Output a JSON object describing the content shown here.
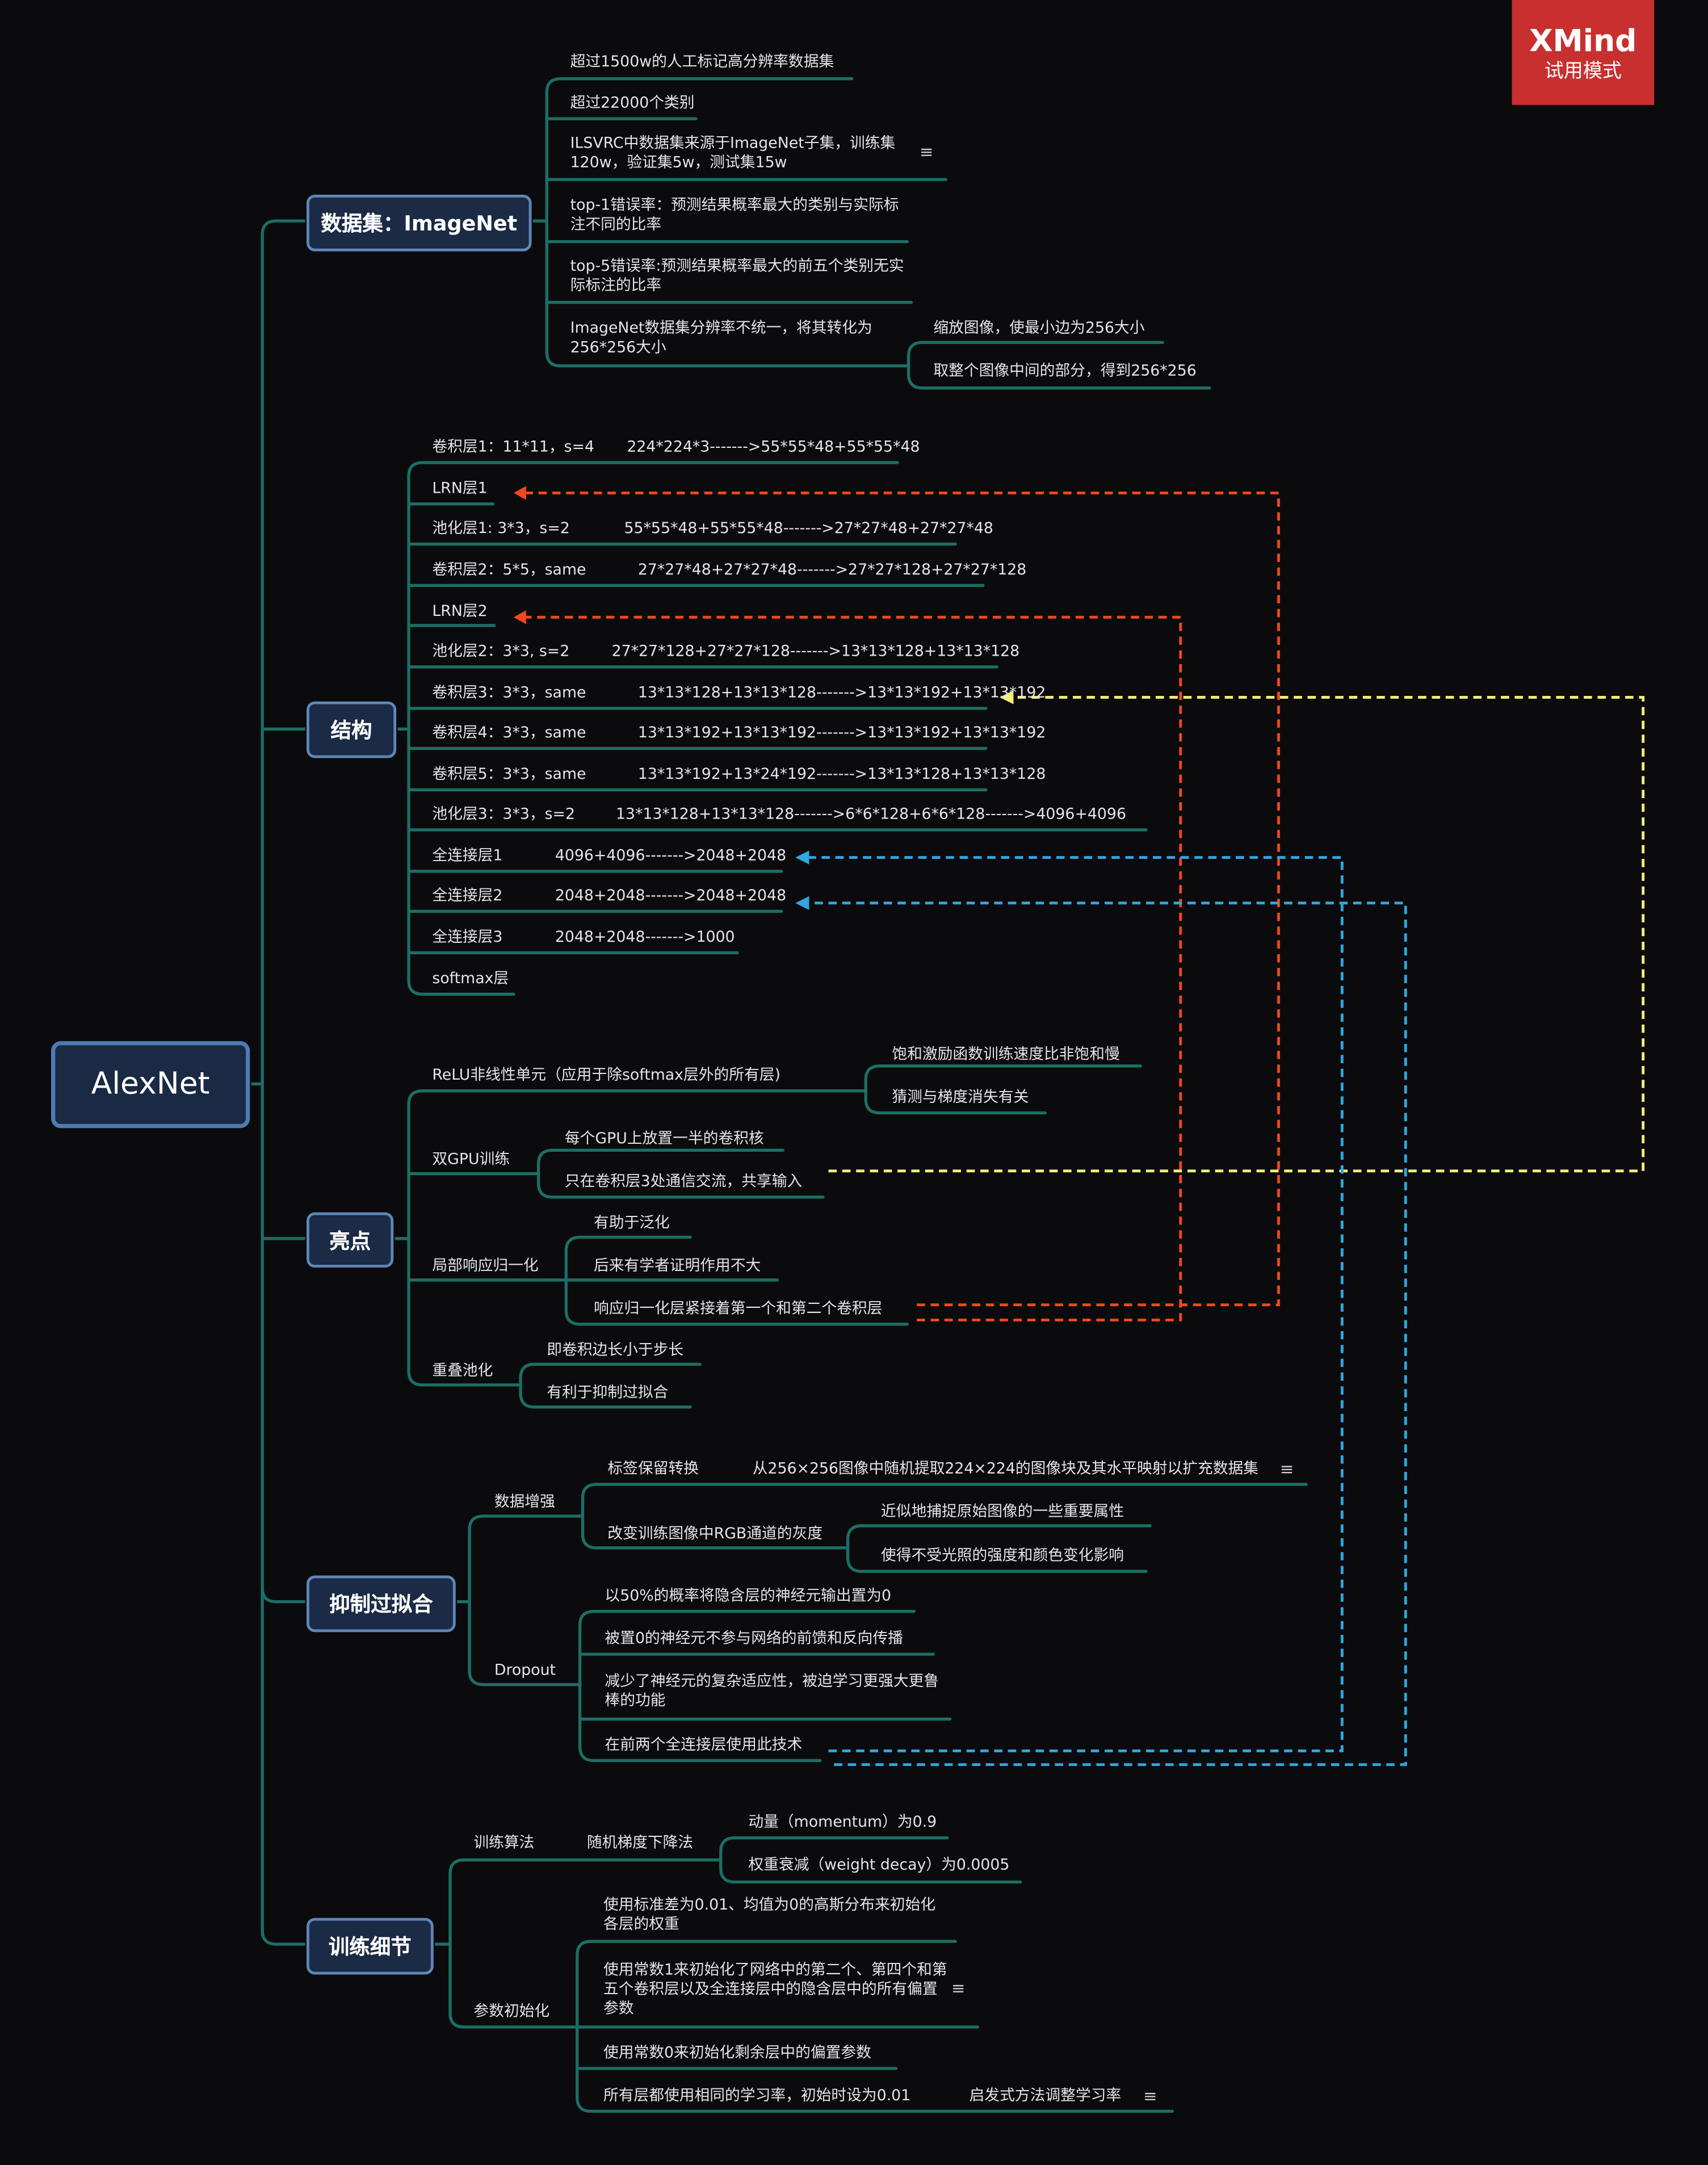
{
  "root": {
    "label": "AlexNet"
  },
  "watermark": {
    "brand": "XMind",
    "mode": "试用模式"
  },
  "dataset": {
    "label": "数据集：ImageNet",
    "items": [
      "超过1500w的人工标记高分辨率数据集",
      "超过22000个类别",
      "ILSVRC中数据集来源于ImageNet子集，训练集120w，验证集5w，测试集15w",
      "top-1错误率：预测结果概率最大的类别与实际标注不同的比率",
      "top-5错误率:预测结果概率最大的前五个类别无实际标注的比率",
      "ImageNet数据集分辨率不统一，将其转化为256*256大小"
    ],
    "resize_children": [
      "缩放图像，使最小边为256大小",
      "取整个图像中间的部分，得到256*256"
    ]
  },
  "structure": {
    "label": "结构",
    "layers": [
      {
        "name": "卷积层1：11*11，s=4",
        "detail": "224*224*3------->55*55*48+55*55*48"
      },
      {
        "name": "LRN层1",
        "detail": ""
      },
      {
        "name": "池化层1:    3*3，s=2",
        "detail": "55*55*48+55*55*48------->27*27*48+27*27*48"
      },
      {
        "name": "卷积层2：5*5，same",
        "detail": "27*27*48+27*27*48------->27*27*128+27*27*128"
      },
      {
        "name": "LRN层2",
        "detail": ""
      },
      {
        "name": "池化层2：3*3, s=2",
        "detail": "27*27*128+27*27*128------->13*13*128+13*13*128"
      },
      {
        "name": "卷积层3：3*3，same",
        "detail": "13*13*128+13*13*128------->13*13*192+13*13*192"
      },
      {
        "name": "卷积层4：3*3，same",
        "detail": "13*13*192+13*13*192------->13*13*192+13*13*192"
      },
      {
        "name": "卷积层5：3*3，same",
        "detail": "13*13*192+13*24*192------->13*13*128+13*13*128"
      },
      {
        "name": "池化层3：3*3，s=2",
        "detail": "13*13*128+13*13*128------->6*6*128+6*6*128------->4096+4096"
      },
      {
        "name": "全连接层1",
        "detail": "4096+4096------->2048+2048"
      },
      {
        "name": "全连接层2",
        "detail": "2048+2048------->2048+2048"
      },
      {
        "name": "全连接层3",
        "detail": "2048+2048------->1000"
      },
      {
        "name": "softmax层",
        "detail": ""
      }
    ]
  },
  "highlights": {
    "label": "亮点",
    "relu": {
      "label": "ReLU非线性单元（应用于除softmax层外的所有层)",
      "children": [
        "饱和激励函数训练速度比非饱和慢",
        "猜测与梯度消失有关"
      ]
    },
    "gpu": {
      "label": "双GPU训练",
      "children": [
        "每个GPU上放置一半的卷积核",
        "只在卷积层3处通信交流，共享输入"
      ]
    },
    "lrn": {
      "label": "局部响应归一化",
      "children": [
        "有助于泛化",
        "后来有学者证明作用不大",
        "响应归一化层紧接着第一个和第二个卷积层"
      ]
    },
    "overlap": {
      "label": "重叠池化",
      "children": [
        "即卷积边长小于步长",
        "有利于抑制过拟合"
      ]
    }
  },
  "overfit": {
    "label": "抑制过拟合",
    "augment": {
      "label": "数据增强",
      "label_preserve": "标签保留转换",
      "label_preserve_detail": "从256×256图像中随机提取224×224的图像块及其水平映射以扩充数据集",
      "rgb": "改变训练图像中RGB通道的灰度",
      "rgb_children": [
        "近似地捕捉原始图像的一些重要属性",
        "使得不受光照的强度和颜色变化影响"
      ]
    },
    "dropout": {
      "label": "Dropout",
      "children": [
        "以50%的概率将隐含层的神经元输出置为0",
        "被置0的神经元不参与网络的前馈和反向传播",
        "减少了神经元的复杂适应性，被迫学习更强大更鲁棒的功能",
        "在前两个全连接层使用此技术"
      ]
    }
  },
  "training": {
    "label": "训练细节",
    "algo": {
      "label": "训练算法",
      "sgd": "随机梯度下降法",
      "children": [
        "动量（momentum）为0.9",
        "权重衰减（weight decay）为0.0005"
      ]
    },
    "init": {
      "label": "参数初始化",
      "children": [
        "使用标准差为0.01、均值为0的高斯分布来初始化各层的权重",
        "使用常数1来初始化了网络中的第二个、第四个和第五个卷积层以及全连接层中的隐含层中的所有偏置参数",
        "使用常数0来初始化剩余层中的偏置参数",
        "所有层都使用相同的学习率，初始时设为0.01"
      ],
      "lr_detail": "启发式方法调整学习率"
    }
  },
  "note_icon": "≡",
  "colors": {
    "branch": "#1c6e66",
    "relation_red": "#f0481d",
    "relation_yellow": "#f4ee7a",
    "relation_blue": "#2ea7e2",
    "node_fill": "#1b2a45",
    "node_border": "#5e86b8",
    "badge": "#c8302f"
  }
}
